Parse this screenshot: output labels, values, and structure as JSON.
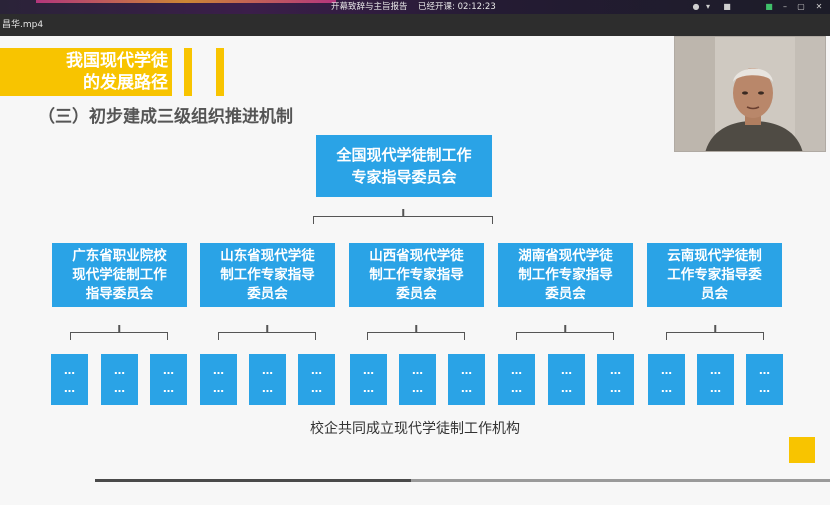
{
  "topbar": {
    "meeting_title": "开幕致辞与主旨报告",
    "elapsed": "已经开课: 02:12:23"
  },
  "file": {
    "name": "昌华.mp4"
  },
  "slide": {
    "title_line1": "我国现代学徒",
    "title_line2": "的发展路径",
    "subtitle": "（三）初步建成三级组织推进机制",
    "top_node": [
      "全国现代学徒制工作",
      "专家指导委员会"
    ],
    "mid_nodes": [
      [
        "广东省职业院校",
        "现代学徒制工作",
        "指导委员会"
      ],
      [
        "山东省现代学徒",
        "制工作专家指导",
        "委员会"
      ],
      [
        "山西省现代学徒",
        "制工作专家指导",
        "委员会"
      ],
      [
        "湖南省现代学徒",
        "制工作专家指导",
        "委员会"
      ],
      [
        "云南现代学徒制",
        "工作专家指导委",
        "员会"
      ]
    ],
    "leaf_dots": "…",
    "caption": "校企共同成立现代学徒制工作机构"
  },
  "player": {
    "progress": 0.43
  },
  "colors": {
    "accent_yellow": "#f8c400",
    "node_blue": "#2aa3e6"
  },
  "icons": [
    "mic-icon",
    "chevron-down-icon",
    "camera-icon",
    "record-icon",
    "minimize-icon",
    "restore-icon",
    "close-icon"
  ]
}
